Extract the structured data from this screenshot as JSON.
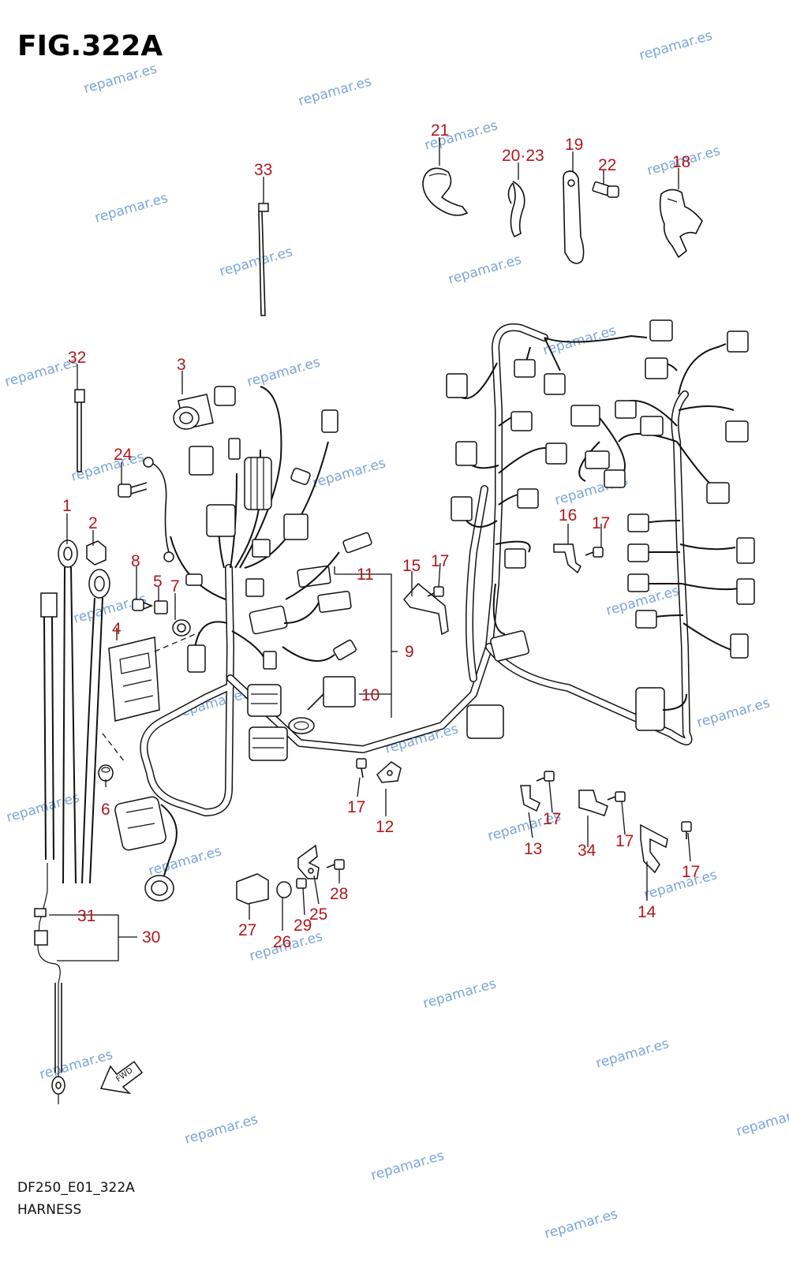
{
  "figure": {
    "title": "FIG.322A",
    "code": "DF250_E01_322A",
    "name": "HARNESS"
  },
  "fwd_label": "FWD",
  "callouts": [
    "1",
    "2",
    "3",
    "4",
    "5",
    "6",
    "7",
    "8",
    "9",
    "10",
    "11",
    "12",
    "13",
    "14",
    "15",
    "16",
    "17",
    "18",
    "19",
    "20·23",
    "21",
    "22",
    "24",
    "25",
    "26",
    "27",
    "28",
    "29",
    "30",
    "31",
    "32",
    "33",
    "34"
  ],
  "watermark": "repamar.es",
  "colors": {
    "callout": "#b0181c",
    "watermark": "#4f87c9",
    "line": "#111111"
  }
}
